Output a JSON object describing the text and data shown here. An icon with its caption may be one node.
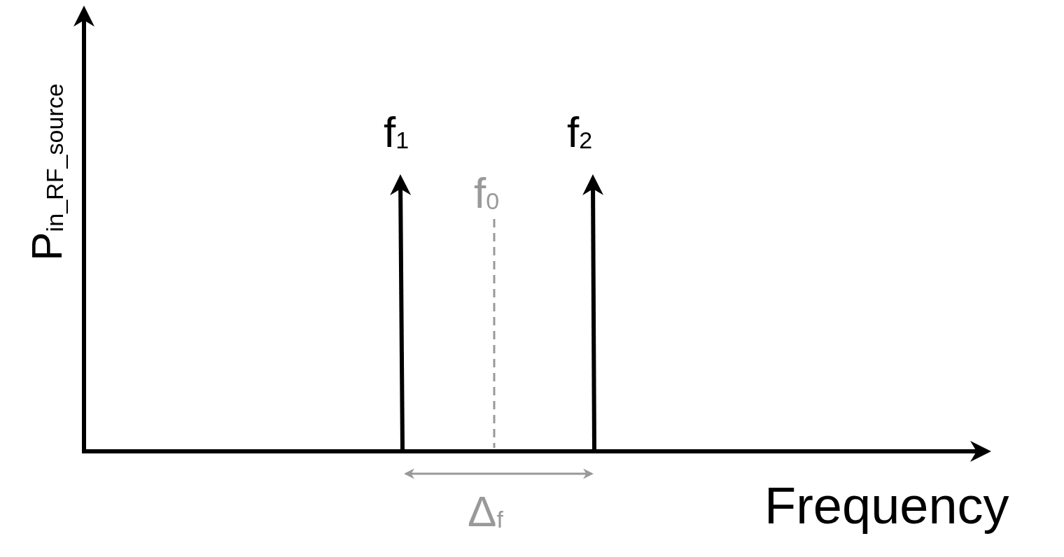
{
  "diagram": {
    "labels": [
      "P$_{in_RF_source}$",
      "f$_{1}$",
      "f$_{2}$",
      "f$_{0}$",
      "Δ$_{f}$",
      "Frequency"
    ]
  }
}
